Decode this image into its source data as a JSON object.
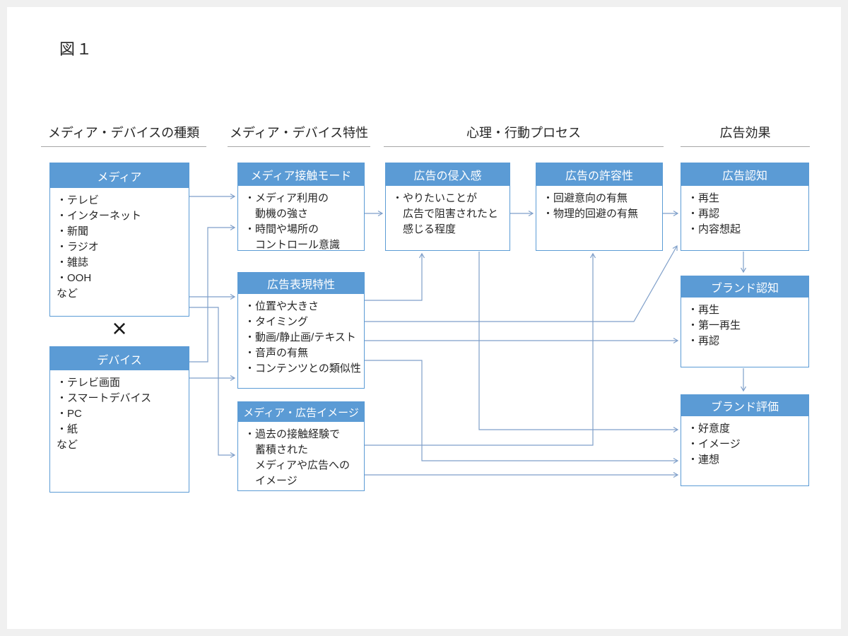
{
  "page": {
    "title": "図１"
  },
  "section_headers": [
    {
      "label": "メディア・デバイスの種類"
    },
    {
      "label": "メディア・デバイス特性"
    },
    {
      "label": "心理・行動プロセス"
    },
    {
      "label": "広告効果"
    }
  ],
  "diagram": {
    "multiply_symbol": "×",
    "boxes": {
      "media": {
        "header": "メディア",
        "items": [
          "・テレビ",
          "・インターネット",
          "・新聞",
          "・ラジオ",
          "・雑誌",
          "・OOH",
          "など"
        ]
      },
      "device": {
        "header": "デバイス",
        "items": [
          "・テレビ画面",
          "・スマートデバイス",
          "・PC",
          "・紙",
          "など"
        ]
      },
      "contact_mode": {
        "header": "メディア接触モード",
        "items": [
          "・メディア利用の",
          "　動機の強さ",
          "・時間や場所の",
          "　コントロール意識"
        ]
      },
      "ad_expression": {
        "header": "広告表現特性",
        "items": [
          "・位置や大きさ",
          "・タイミング",
          "・動画/静止画/テキスト",
          "・音声の有無",
          "・コンテンツとの類似性"
        ]
      },
      "media_ad_image": {
        "header": "メディア・広告イメージ",
        "items": [
          "・過去の接触経験で",
          "　蓄積された",
          "　メディアや広告への",
          "　イメージ"
        ]
      },
      "ad_intrusion": {
        "header": "広告の侵入感",
        "items": [
          "・やりたいことが",
          "　広告で阻害されたと",
          "　感じる程度"
        ]
      },
      "ad_acceptability": {
        "header": "広告の許容性",
        "items": [
          "・回避意向の有無",
          "・物理的回避の有無"
        ]
      },
      "ad_recognition": {
        "header": "広告認知",
        "items": [
          "・再生",
          "・再認",
          "・内容想起"
        ]
      },
      "brand_recognition": {
        "header": "ブランド認知",
        "items": [
          "・再生",
          "・第一再生",
          "・再認"
        ]
      },
      "brand_evaluation": {
        "header": "ブランド評価",
        "items": [
          "・好意度",
          "・イメージ",
          "・連想"
        ]
      }
    },
    "connections": [
      {
        "from": "media",
        "to": "contact_mode"
      },
      {
        "from": "device",
        "to": "contact_mode"
      },
      {
        "from": "media",
        "to": "ad_expression"
      },
      {
        "from": "device",
        "to": "ad_expression"
      },
      {
        "from": "media",
        "to": "media_ad_image"
      },
      {
        "from": "contact_mode",
        "to": "ad_intrusion"
      },
      {
        "from": "ad_expression",
        "to": "ad_intrusion"
      },
      {
        "from": "ad_expression",
        "to": "ad_recognition"
      },
      {
        "from": "ad_expression",
        "to": "brand_recognition"
      },
      {
        "from": "ad_expression",
        "to": "brand_evaluation"
      },
      {
        "from": "media_ad_image",
        "to": "ad_acceptability"
      },
      {
        "from": "media_ad_image",
        "to": "brand_evaluation"
      },
      {
        "from": "ad_intrusion",
        "to": "ad_acceptability"
      },
      {
        "from": "ad_intrusion",
        "to": "brand_evaluation"
      },
      {
        "from": "ad_acceptability",
        "to": "ad_recognition"
      },
      {
        "from": "ad_recognition",
        "to": "brand_recognition"
      },
      {
        "from": "brand_recognition",
        "to": "brand_evaluation"
      }
    ],
    "colors": {
      "header_bg": "#5b9bd5",
      "box_border": "#5b9bd5",
      "connector": "#7f9fc9",
      "underline": "#a6a6a6",
      "text": "#262626",
      "page_frame": "#f0f0f0"
    }
  }
}
